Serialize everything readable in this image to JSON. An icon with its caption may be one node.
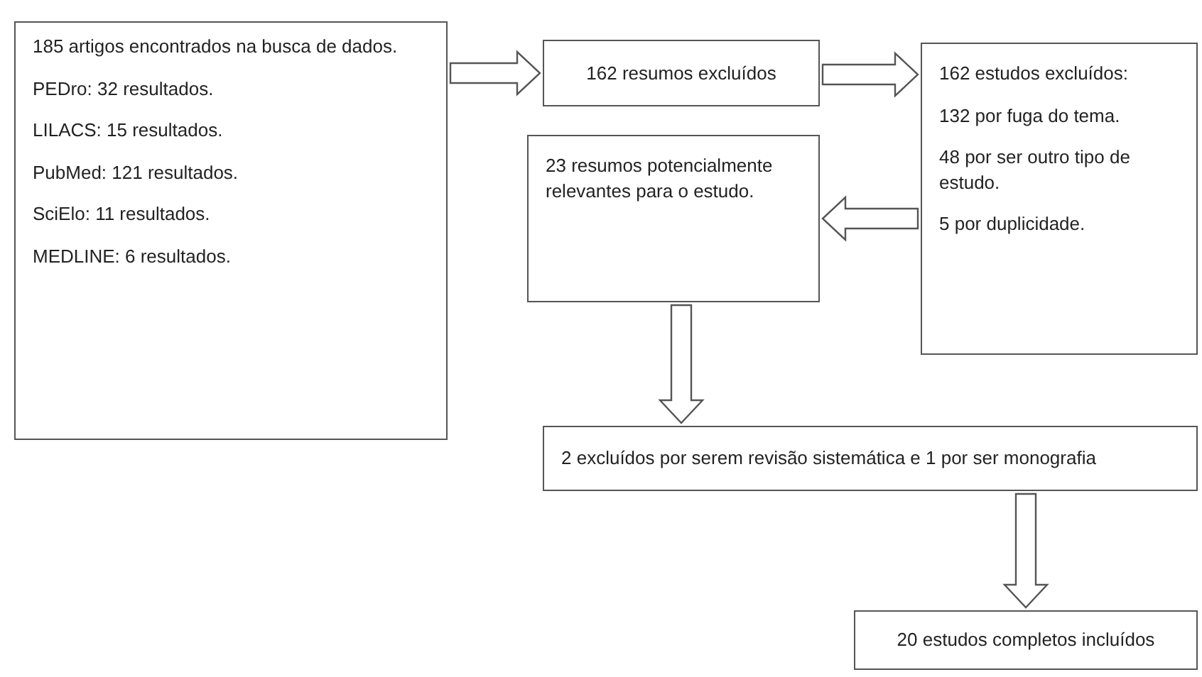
{
  "diagram": {
    "nodes": [
      {
        "text": [
          "185 artigos encontrados na busca de dados.",
          "PEDro: 32 resultados.",
          "LILACS: 15 resultados.",
          "PubMed: 121 resultados.",
          "SciElo: 11 resultados.",
          "MEDLINE: 6 resultados."
        ]
      },
      {
        "text": [
          "162 resumos excluídos"
        ]
      },
      {
        "text": [
          "162 estudos excluídos:",
          "132 por fuga do tema.",
          "48 por ser outro tipo de estudo.",
          "5 por duplicidade."
        ]
      },
      {
        "text": [
          "23 resumos potencialmente relevantes para o estudo."
        ]
      },
      {
        "text": [
          "2 excluídos por serem revisão sistemática e 1 por ser monografia"
        ]
      },
      {
        "text": [
          "20 estudos completos incluídos"
        ]
      }
    ],
    "edges": [
      {
        "from": 0,
        "to": 1,
        "arrow": "to"
      },
      {
        "from": 1,
        "to": 2,
        "arrow": "to"
      },
      {
        "from": 2,
        "to": 3,
        "arrow": "to"
      },
      {
        "from": 3,
        "to": 4,
        "arrow": "to"
      },
      {
        "from": 4,
        "to": 5,
        "arrow": "to"
      }
    ]
  }
}
